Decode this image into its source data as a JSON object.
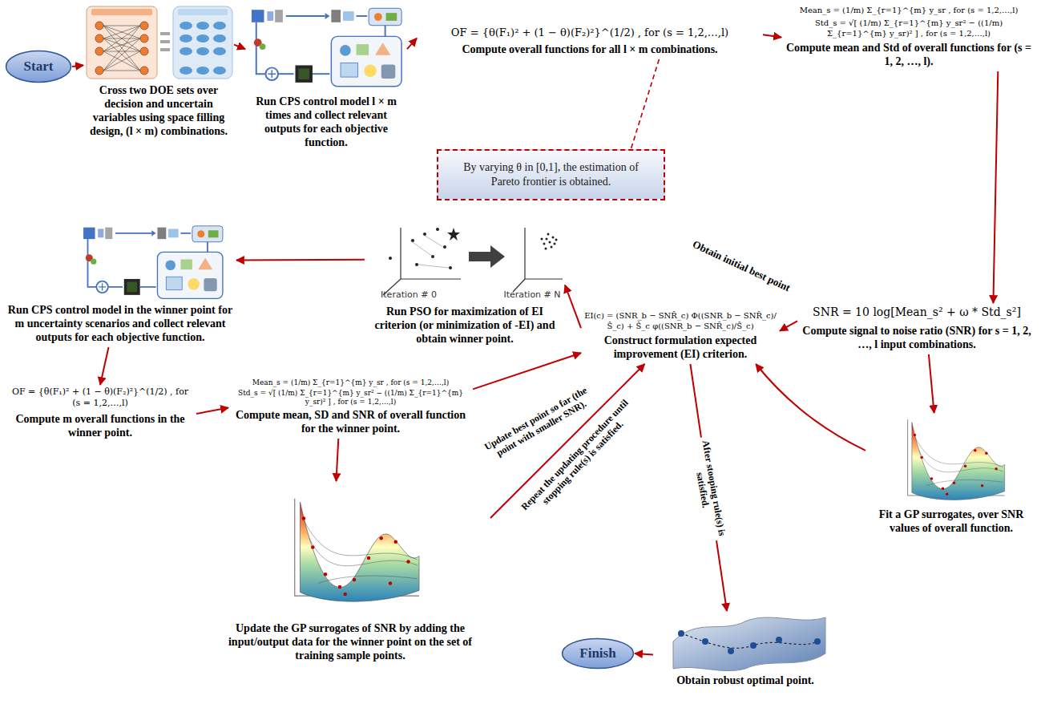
{
  "diagram": {
    "nodes": [
      {
        "text": [
          "Start"
        ]
      },
      {
        "text": [
          "Cross two DOE sets over decision and uncertain variables using space filling design, (l × m) combinations."
        ]
      },
      {
        "text": [
          "Run CPS control model l × m times and collect relevant outputs for each objective function."
        ]
      },
      {
        "text": [
          "OF = {θ(F₁)² + (1 − θ)(F₂)²}^(1/2) , for (s = 1,2,…,l)",
          "Compute overall functions for all l × m combinations."
        ]
      },
      {
        "text": [
          "By varying θ in [0,1], the estimation of Pareto frontier is obtained."
        ]
      },
      {
        "text": [
          "Mean_s = (1/m) Σ_{r=1}^{m} y_sr , for (s = 1,2,…,l)",
          "Std_s = √[ (1/m) Σ_{r=1}^{m} y_sr² − ((1/m) Σ_{r=1}^{m} y_sr)² ] , for (s = 1,2,…,l)",
          "Compute mean and Std of overall functions for (s = 1, 2, …, l)."
        ]
      },
      {
        "text": [
          "SNR = 10 log[Mean_s² + ω * Std_s²]",
          "Compute signal to noise ratio (SNR) for s = 1, 2, …, l input combinations."
        ]
      },
      {
        "text": [
          "Fit a GP surrogates, over SNR values of overall function."
        ]
      },
      {
        "text": [
          "EI(c) = (SNR_b − SNR̂_c) Φ((SNR_b − SNR̂_c)/Ŝ_c) + Ŝ_c φ((SNR_b − SNR̂_c)/Ŝ_c)",
          "Construct formulation expected improvement (EI) criterion."
        ]
      },
      {
        "text": [
          "Run PSO for maximization of EI criterion (or minimization of -EI) and obtain winner point."
        ]
      },
      {
        "text": [
          "Run CPS control model in the winner point for m uncertainty scenarios and collect relevant outputs for each objective function."
        ]
      },
      {
        "text": [
          "OF = {θ(F₁)² + (1 − θ)(F₂)²}^(1/2) , for (s = 1,2,…,l)",
          "Compute m overall functions in the winner point."
        ]
      },
      {
        "text": [
          "Mean_s = (1/m) Σ_{r=1}^{m} y_sr , for (s = 1,2,…,l)",
          "Std_s = √[ (1/m) Σ_{r=1}^{m} y_sr² − ((1/m) Σ_{r=1}^{m} y_sr)² ] , for (s = 1,2,…,l)",
          "Compute mean, SD and SNR of overall function for the winner point."
        ]
      },
      {
        "text": [
          "Update the GP surrogates of SNR by adding the input/output data for the winner point on the set of training sample points."
        ]
      },
      {
        "text": [
          "Obtain robust optimal point."
        ]
      },
      {
        "text": [
          "Finish"
        ]
      }
    ],
    "edges": [
      {
        "from": 0,
        "to": 1,
        "arrow": "to"
      },
      {
        "from": 1,
        "to": 2,
        "arrow": "to"
      },
      {
        "from": 2,
        "to": 3,
        "arrow": "to"
      },
      {
        "from": 3,
        "to": 4,
        "arrow": "none"
      },
      {
        "from": 3,
        "to": 5,
        "arrow": "to"
      },
      {
        "from": 5,
        "to": 6,
        "arrow": "to"
      },
      {
        "from": 6,
        "to": 8,
        "label": "Obtain initial best point",
        "arrow": "to"
      },
      {
        "from": 6,
        "to": 7,
        "arrow": "to"
      },
      {
        "from": 7,
        "to": 8,
        "arrow": "to"
      },
      {
        "from": 8,
        "to": 9,
        "arrow": "to"
      },
      {
        "from": 9,
        "to": 10,
        "arrow": "to"
      },
      {
        "from": 10,
        "to": 11,
        "arrow": "to"
      },
      {
        "from": 11,
        "to": 12,
        "arrow": "to"
      },
      {
        "from": 12,
        "to": 8,
        "label": "Update best point so far (the point with smaller SNR).",
        "arrow": "to"
      },
      {
        "from": 12,
        "to": 13,
        "arrow": "to"
      },
      {
        "from": 13,
        "to": 8,
        "label": "Repeat the updating procedure until stopping rule(s) is satisfied.",
        "arrow": "to"
      },
      {
        "from": 8,
        "to": 14,
        "label": "After stooping rule(s) is satisfied.",
        "arrow": "to"
      },
      {
        "from": 14,
        "to": 15,
        "arrow": "to"
      }
    ],
    "labels": [
      "Iteration # 0",
      "Iteration # N"
    ]
  }
}
